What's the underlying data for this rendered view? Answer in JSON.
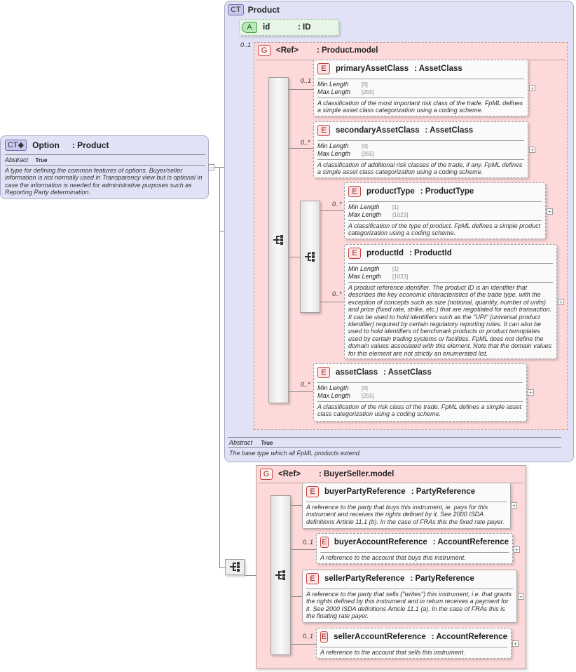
{
  "option": {
    "badge": "CT",
    "name": "Option",
    "type": ": Product",
    "abstract_label": "Abstract",
    "abstract_value": "True",
    "doc": "A type for defining the common features of options. Buyer/seller information is not normally used in Transparency view but is optional in case the information is needed for administrative purposes such as Reporting Party determination."
  },
  "product": {
    "badge": "CT",
    "name": "Product",
    "attribute": {
      "badge": "A",
      "name": "id",
      "type": ": ID"
    },
    "group_occ": "0..1",
    "group": {
      "badge": "G",
      "ref": "<Ref>",
      "name": ": Product.model"
    },
    "abstract_label": "Abstract",
    "abstract_value": "True",
    "doc": "The base type which all FpML products extend."
  },
  "facet_labels": {
    "min": "Min Length",
    "max": "Max Length"
  },
  "product_elements": [
    {
      "badge": "E",
      "name": "primaryAssetClass",
      "type": ": AssetClass",
      "occ": "0..1",
      "min": "[0]",
      "max": "[255]",
      "doc": "A classification of the most important risk class of the trade. FpML defines a simple asset class categorization using a coding scheme."
    },
    {
      "badge": "E",
      "name": "secondaryAssetClass",
      "type": ": AssetClass",
      "occ": "0..*",
      "min": "[0]",
      "max": "[255]",
      "doc": "A classification of additional risk classes of the trade, if any. FpML defines a simple asset class categorization using a coding scheme."
    },
    {
      "badge": "E",
      "name": "productType",
      "type": ": ProductType",
      "occ": "0..*",
      "min": "[1]",
      "max": "[1023]",
      "doc": "A classification of the type of product. FpML defines a simple product categorization using a coding scheme."
    },
    {
      "badge": "E",
      "name": "productId",
      "type": ": ProductId",
      "occ": "0..*",
      "min": "[1]",
      "max": "[1023]",
      "doc": "A product reference identifier. The product ID is an identifier that describes the key economic characteristics of the trade type, with the exception of concepts such as size (notional, quantity, number of units) and price (fixed rate, strike, etc.) that are negotiated for each transaction. It can be used to hold identifiers such as the \"UPI\" (universal product identifier) required by certain regulatory reporting rules. It can also be used to hold identifiers of benchmark products or product temnplates used by certain trading systems or facilities. FpML does not define the domain values associated with this element. Note that the domain values for this element are not strictly an enumerated list."
    },
    {
      "badge": "E",
      "name": "assetClass",
      "type": ": AssetClass",
      "occ": "0..*",
      "min": "[0]",
      "max": "[255]",
      "doc": "A classification of the risk class of the trade. FpML defines a simple asset class categorization using a coding scheme."
    }
  ],
  "buyerseller": {
    "badge": "G",
    "ref": "<Ref>",
    "name": ": BuyerSeller.model",
    "elements": [
      {
        "badge": "E",
        "name": "buyerPartyReference",
        "type": ": PartyReference",
        "occ": "",
        "doc": "A reference to the party that buys this instrument, ie. pays for this instrument and receives the rights defined by it. See 2000 ISDA definitions Article 11.1 (b). In the case of FRAs this the fixed rate payer."
      },
      {
        "badge": "E",
        "name": "buyerAccountReference",
        "type": ": AccountReference",
        "occ": "0..1",
        "doc": "A reference to the account that buys this instrument."
      },
      {
        "badge": "E",
        "name": "sellerPartyReference",
        "type": ": PartyReference",
        "occ": "",
        "doc": "A reference to the party that sells (\"writes\") this instrument, i.e. that grants the rights defined by this instrument and in return receives a payment for it. See 2000 ISDA definitions Article 11.1 (a). In the case of FRAs this is the floating rate payer."
      },
      {
        "badge": "E",
        "name": "sellerAccountReference",
        "type": ": AccountReference",
        "occ": "0..1",
        "doc": "A reference to the account that sells this instrument."
      }
    ]
  },
  "expand_glyph": "+",
  "collapse_glyph": "−"
}
